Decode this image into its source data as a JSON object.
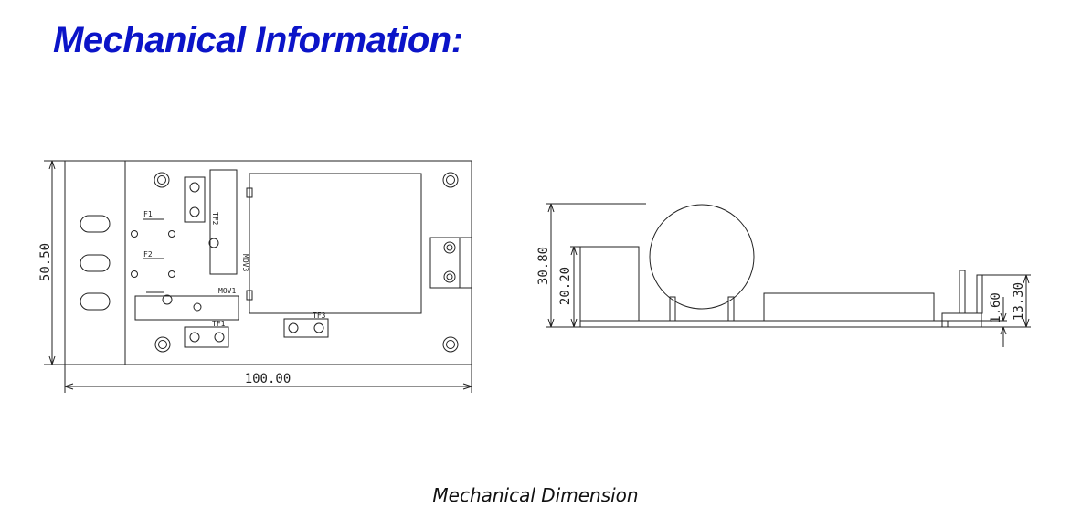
{
  "page": {
    "title": "Mechanical Information:",
    "caption": "Mechanical Dimension"
  },
  "top_view": {
    "width_dim": "100.00",
    "height_dim": "50.50",
    "labels": {
      "f1": "F1",
      "f2": "F2",
      "tf2": "TF2",
      "mov3": "MOV3",
      "mov1": "MOV1",
      "tf1": "TF1",
      "tf3": "TF3"
    }
  },
  "side_view": {
    "dim_total_height": "30.80",
    "dim_box_height": "20.20",
    "dim_pin_height": "13.30",
    "dim_board_thickness": "1.60"
  }
}
